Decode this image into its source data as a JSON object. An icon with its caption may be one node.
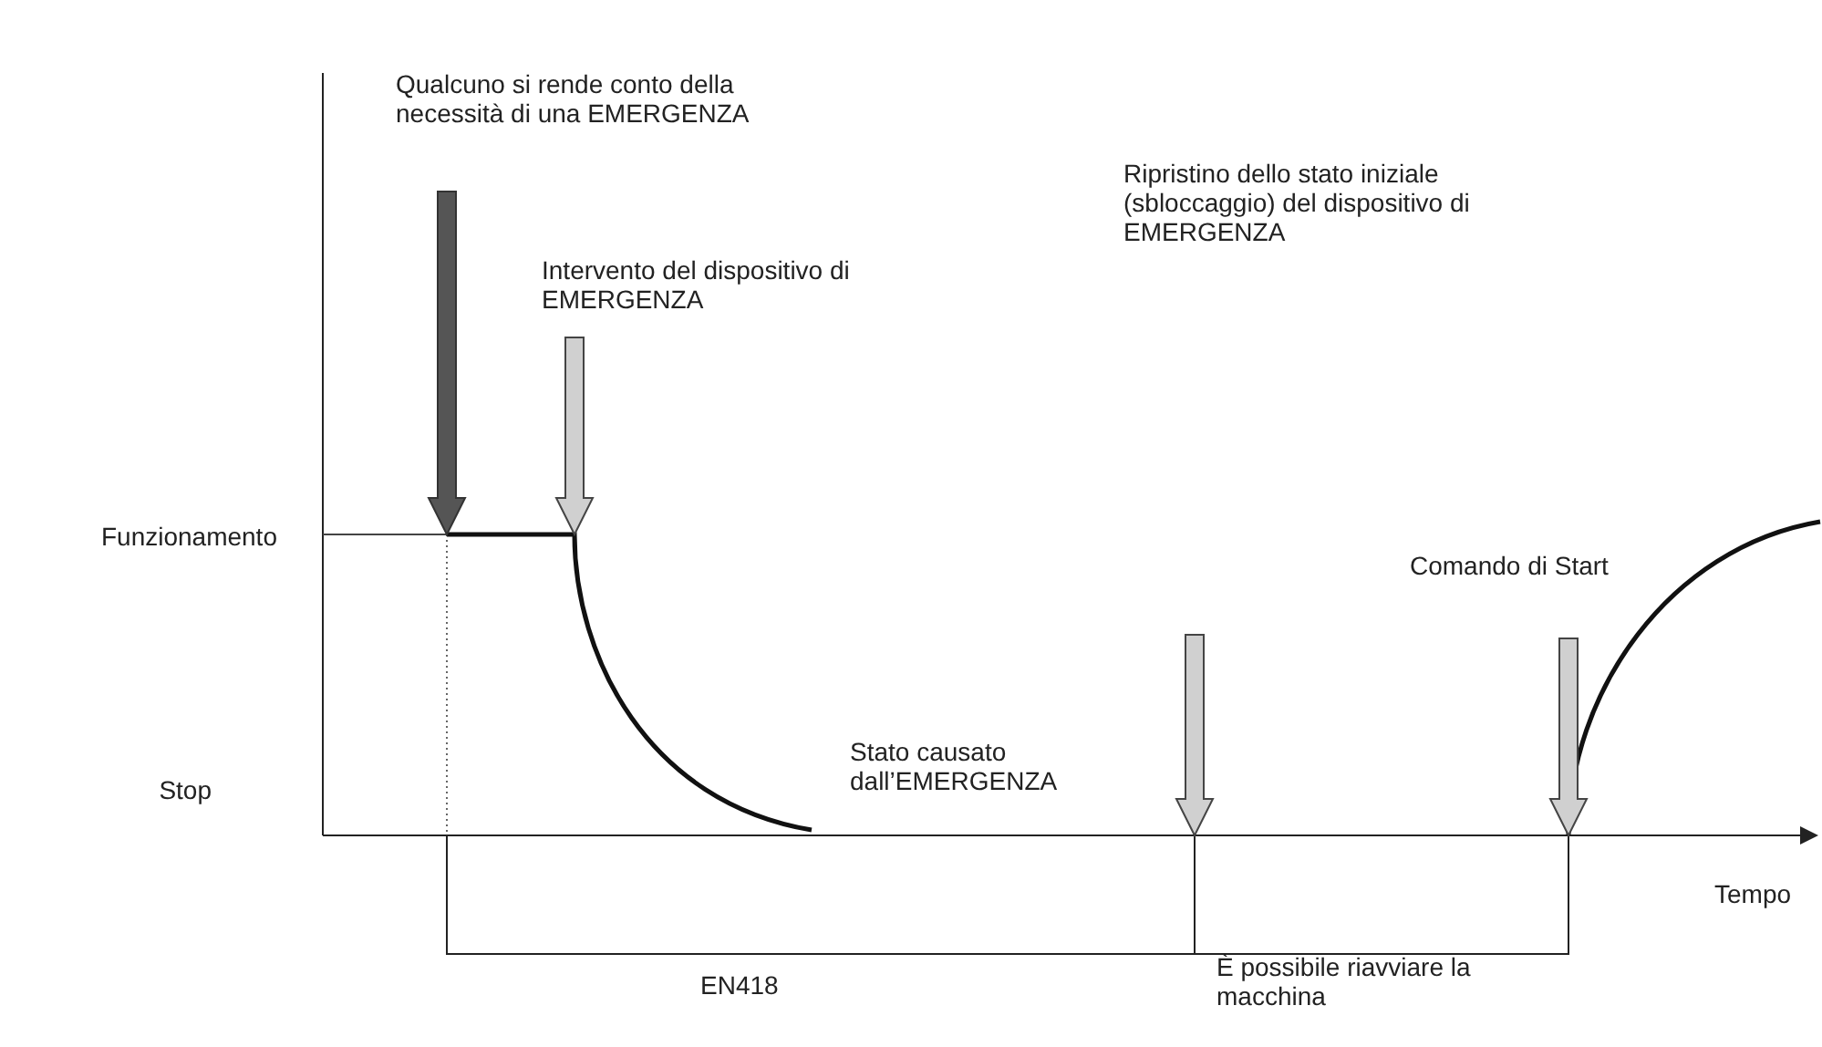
{
  "diagram": {
    "labels": [
      "Qualcuno si rende conto della necessità di una EMERGENZA",
      "Intervento del dispositivo di EMERGENZA",
      "Ripristino dello stato iniziale (sbloccaggio) del dispositivo di EMERGENZA",
      "Funzionamento",
      "Comando di Start",
      "Stop",
      "Stato causato dall’EMERGENZA",
      "Tempo",
      "EN418",
      "È possibile riavviare la macchina"
    ]
  }
}
